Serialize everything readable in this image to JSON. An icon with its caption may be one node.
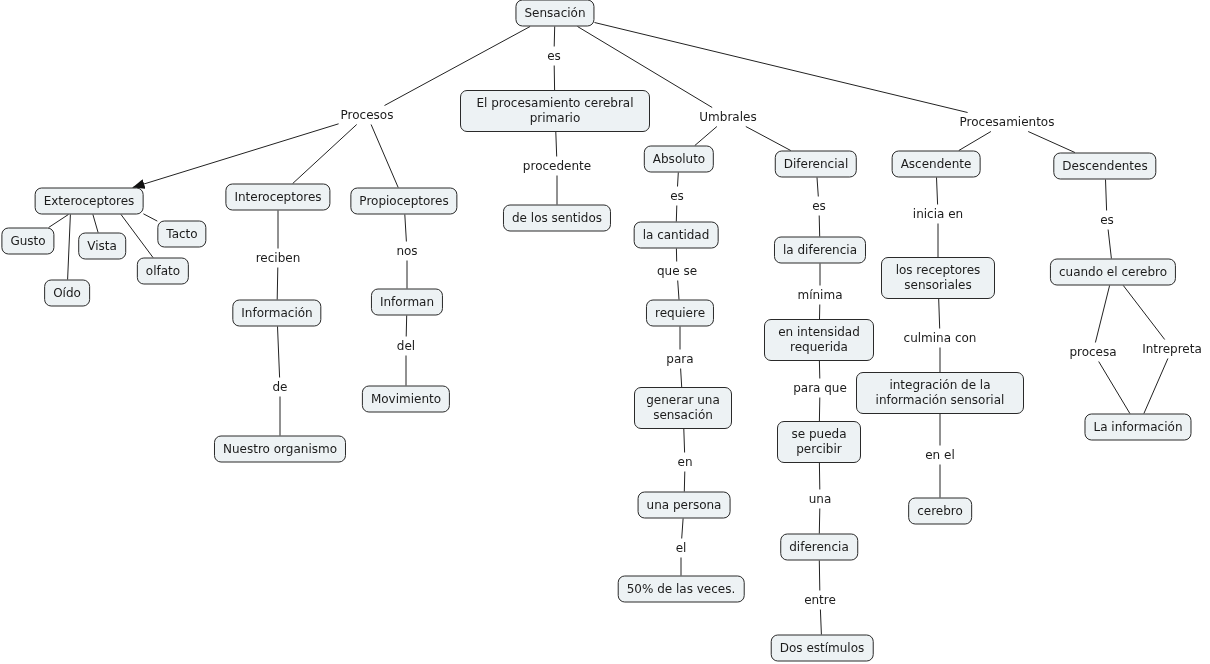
{
  "diagram": {
    "nodes": [
      {
        "text": [
          "Sensación"
        ]
      },
      {
        "text": [
          "Procesos"
        ]
      },
      {
        "text": [
          "Exteroceptores"
        ]
      },
      {
        "text": [
          "Gusto"
        ]
      },
      {
        "text": [
          "Oído"
        ]
      },
      {
        "text": [
          "Vista"
        ]
      },
      {
        "text": [
          "olfato"
        ]
      },
      {
        "text": [
          "Tacto"
        ]
      },
      {
        "text": [
          "Interoceptores"
        ]
      },
      {
        "text": [
          "reciben"
        ]
      },
      {
        "text": [
          "Información"
        ]
      },
      {
        "text": [
          "de"
        ]
      },
      {
        "text": [
          "Nuestro organismo"
        ]
      },
      {
        "text": [
          "Propioceptores"
        ]
      },
      {
        "text": [
          "nos"
        ]
      },
      {
        "text": [
          "Informan"
        ]
      },
      {
        "text": [
          "del"
        ]
      },
      {
        "text": [
          "Movimiento"
        ]
      },
      {
        "text": [
          "es"
        ]
      },
      {
        "text": [
          "El procesamiento cerebral primario"
        ]
      },
      {
        "text": [
          "procedente"
        ]
      },
      {
        "text": [
          "de los sentidos"
        ]
      },
      {
        "text": [
          "Umbrales"
        ]
      },
      {
        "text": [
          "Absoluto"
        ]
      },
      {
        "text": [
          "es"
        ]
      },
      {
        "text": [
          "la cantidad"
        ]
      },
      {
        "text": [
          "que se"
        ]
      },
      {
        "text": [
          "requiere"
        ]
      },
      {
        "text": [
          "para"
        ]
      },
      {
        "text": [
          "generar una sensación"
        ]
      },
      {
        "text": [
          "en"
        ]
      },
      {
        "text": [
          "una persona"
        ]
      },
      {
        "text": [
          "el"
        ]
      },
      {
        "text": [
          "50% de las veces."
        ]
      },
      {
        "text": [
          "Diferencial"
        ]
      },
      {
        "text": [
          "es"
        ]
      },
      {
        "text": [
          "la diferencia"
        ]
      },
      {
        "text": [
          "mínima"
        ]
      },
      {
        "text": [
          "en intensidad requerida"
        ]
      },
      {
        "text": [
          "para que"
        ]
      },
      {
        "text": [
          "se pueda percibir"
        ]
      },
      {
        "text": [
          "una"
        ]
      },
      {
        "text": [
          "diferencia"
        ]
      },
      {
        "text": [
          "entre"
        ]
      },
      {
        "text": [
          "Dos estímulos"
        ]
      },
      {
        "text": [
          "Procesamientos"
        ]
      },
      {
        "text": [
          "Ascendente"
        ]
      },
      {
        "text": [
          "inicia en"
        ]
      },
      {
        "text": [
          "los receptores sensoriales"
        ]
      },
      {
        "text": [
          "culmina con"
        ]
      },
      {
        "text": [
          "integración de la información sensorial"
        ]
      },
      {
        "text": [
          "en el"
        ]
      },
      {
        "text": [
          "cerebro"
        ]
      },
      {
        "text": [
          "Descendentes"
        ]
      },
      {
        "text": [
          "es"
        ]
      },
      {
        "text": [
          "cuando el cerebro"
        ]
      },
      {
        "text": [
          "procesa"
        ]
      },
      {
        "text": [
          "Intrepreta"
        ]
      },
      {
        "text": [
          "La información"
        ]
      }
    ],
    "edges": [
      {
        "from": 0,
        "to": 1,
        "arrow": "none"
      },
      {
        "from": 1,
        "to": 2,
        "arrow": "to"
      },
      {
        "from": 1,
        "to": 8,
        "arrow": "none"
      },
      {
        "from": 1,
        "to": 13,
        "arrow": "none"
      },
      {
        "from": 2,
        "to": 3,
        "arrow": "none"
      },
      {
        "from": 2,
        "to": 4,
        "arrow": "none"
      },
      {
        "from": 2,
        "to": 5,
        "arrow": "none"
      },
      {
        "from": 2,
        "to": 6,
        "arrow": "none"
      },
      {
        "from": 2,
        "to": 7,
        "arrow": "none"
      },
      {
        "from": 8,
        "to": 9,
        "arrow": "none"
      },
      {
        "from": 9,
        "to": 10,
        "arrow": "none"
      },
      {
        "from": 10,
        "to": 11,
        "arrow": "none"
      },
      {
        "from": 11,
        "to": 12,
        "arrow": "none"
      },
      {
        "from": 13,
        "to": 14,
        "arrow": "none"
      },
      {
        "from": 14,
        "to": 15,
        "arrow": "none"
      },
      {
        "from": 15,
        "to": 16,
        "arrow": "none"
      },
      {
        "from": 16,
        "to": 17,
        "arrow": "none"
      },
      {
        "from": 0,
        "to": 18,
        "arrow": "none"
      },
      {
        "from": 18,
        "to": 19,
        "arrow": "none"
      },
      {
        "from": 19,
        "to": 20,
        "arrow": "none"
      },
      {
        "from": 20,
        "to": 21,
        "arrow": "none"
      },
      {
        "from": 0,
        "to": 22,
        "arrow": "none"
      },
      {
        "from": 22,
        "to": 23,
        "arrow": "none"
      },
      {
        "from": 22,
        "to": 34,
        "arrow": "none"
      },
      {
        "from": 23,
        "to": 24,
        "arrow": "none"
      },
      {
        "from": 24,
        "to": 25,
        "arrow": "none"
      },
      {
        "from": 25,
        "to": 26,
        "arrow": "none"
      },
      {
        "from": 26,
        "to": 27,
        "arrow": "none"
      },
      {
        "from": 27,
        "to": 28,
        "arrow": "none"
      },
      {
        "from": 28,
        "to": 29,
        "arrow": "none"
      },
      {
        "from": 29,
        "to": 30,
        "arrow": "none"
      },
      {
        "from": 30,
        "to": 31,
        "arrow": "none"
      },
      {
        "from": 31,
        "to": 32,
        "arrow": "none"
      },
      {
        "from": 32,
        "to": 33,
        "arrow": "none"
      },
      {
        "from": 34,
        "to": 35,
        "arrow": "none"
      },
      {
        "from": 35,
        "to": 36,
        "arrow": "none"
      },
      {
        "from": 36,
        "to": 37,
        "arrow": "none"
      },
      {
        "from": 37,
        "to": 38,
        "arrow": "none"
      },
      {
        "from": 38,
        "to": 39,
        "arrow": "none"
      },
      {
        "from": 39,
        "to": 40,
        "arrow": "none"
      },
      {
        "from": 40,
        "to": 41,
        "arrow": "none"
      },
      {
        "from": 41,
        "to": 42,
        "arrow": "none"
      },
      {
        "from": 42,
        "to": 43,
        "arrow": "none"
      },
      {
        "from": 43,
        "to": 44,
        "arrow": "none"
      },
      {
        "from": 0,
        "to": 45,
        "arrow": "none"
      },
      {
        "from": 45,
        "to": 46,
        "arrow": "none"
      },
      {
        "from": 45,
        "to": 53,
        "arrow": "none"
      },
      {
        "from": 46,
        "to": 47,
        "arrow": "none"
      },
      {
        "from": 47,
        "to": 48,
        "arrow": "none"
      },
      {
        "from": 48,
        "to": 49,
        "arrow": "none"
      },
      {
        "from": 49,
        "to": 50,
        "arrow": "none"
      },
      {
        "from": 50,
        "to": 51,
        "arrow": "none"
      },
      {
        "from": 51,
        "to": 52,
        "arrow": "none"
      },
      {
        "from": 53,
        "to": 54,
        "arrow": "none"
      },
      {
        "from": 54,
        "to": 55,
        "arrow": "none"
      },
      {
        "from": 55,
        "to": 56,
        "arrow": "none"
      },
      {
        "from": 55,
        "to": 57,
        "arrow": "none"
      },
      {
        "from": 56,
        "to": 58,
        "arrow": "none"
      },
      {
        "from": 57,
        "to": 58,
        "arrow": "none"
      }
    ]
  }
}
